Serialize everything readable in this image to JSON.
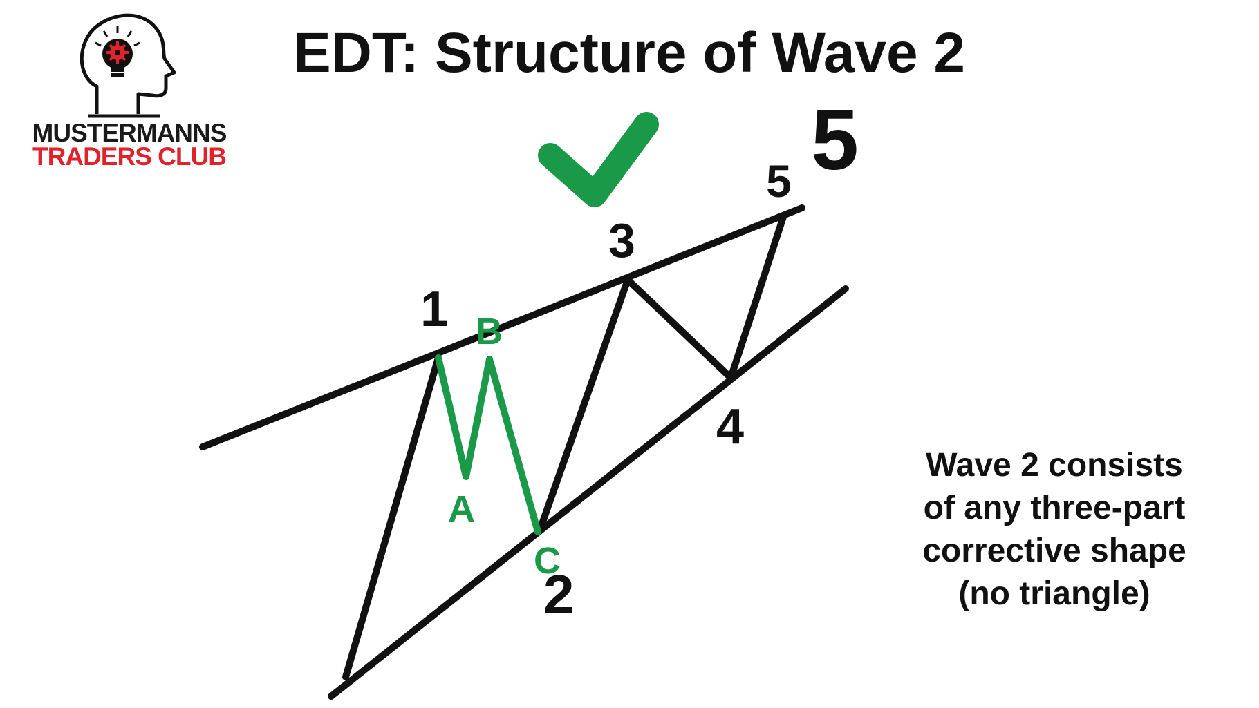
{
  "title": "EDT: Structure of Wave 2",
  "logo": {
    "line1": "MUSTERMANNS",
    "line2": "TRADERS CLUB"
  },
  "wave_labels": {
    "w1": "1",
    "w2": "2",
    "w3": "3",
    "w4": "4",
    "w5": "5",
    "w5_large": "5"
  },
  "sub_labels": {
    "a": "A",
    "b": "B",
    "c": "C"
  },
  "caption": {
    "line1": "Wave 2 consists",
    "line2": "of any three-part",
    "line3": "corrective shape",
    "line4": "(no triangle)"
  },
  "colors": {
    "black": "#111111",
    "green": "#1a9a48",
    "checkmark": "#1a9a48",
    "brand_red": "#e0222b"
  },
  "icons": [
    "head-lightbulb-logo-icon",
    "checkmark-icon"
  ]
}
